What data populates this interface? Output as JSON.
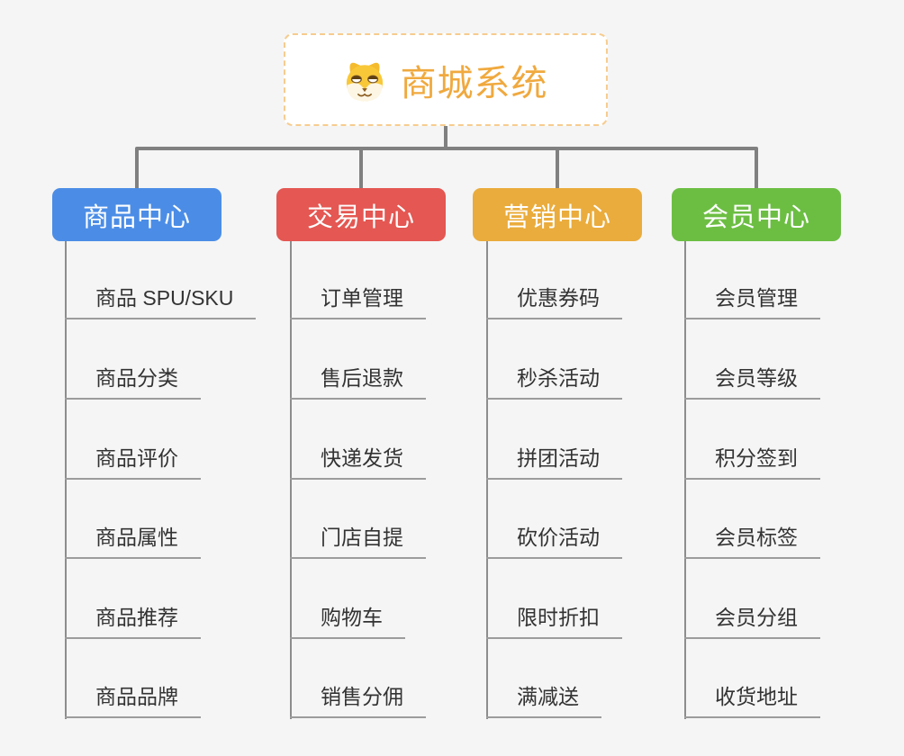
{
  "root": {
    "title": "商城系统",
    "icon": "dog-face-icon",
    "title_color": "#f0a93e",
    "border_color": "#f6cc8f"
  },
  "branches": [
    {
      "label": "商品中心",
      "color": "#4b8de6",
      "items": [
        "商品 SPU/SKU",
        "商品分类",
        "商品评价",
        "商品属性",
        "商品推荐",
        "商品品牌"
      ]
    },
    {
      "label": "交易中心",
      "color": "#e45752",
      "items": [
        "订单管理",
        "售后退款",
        "快递发货",
        "门店自提",
        "购物车",
        "销售分佣"
      ]
    },
    {
      "label": "营销中心",
      "color": "#eaac3d",
      "items": [
        "优惠券码",
        "秒杀活动",
        "拼团活动",
        "砍价活动",
        "限时折扣",
        "满减送"
      ]
    },
    {
      "label": "会员中心",
      "color": "#6cbe43",
      "items": [
        "会员管理",
        "会员等级",
        "积分签到",
        "会员标签",
        "会员分组",
        "收货地址"
      ]
    }
  ],
  "colors": {
    "background": "#f5f5f5",
    "connector_line": "#808080",
    "tree_line": "#8d8d8d",
    "item_underline": "#9c9c9c",
    "item_text": "#333333",
    "branch_text": "#ffffff"
  }
}
